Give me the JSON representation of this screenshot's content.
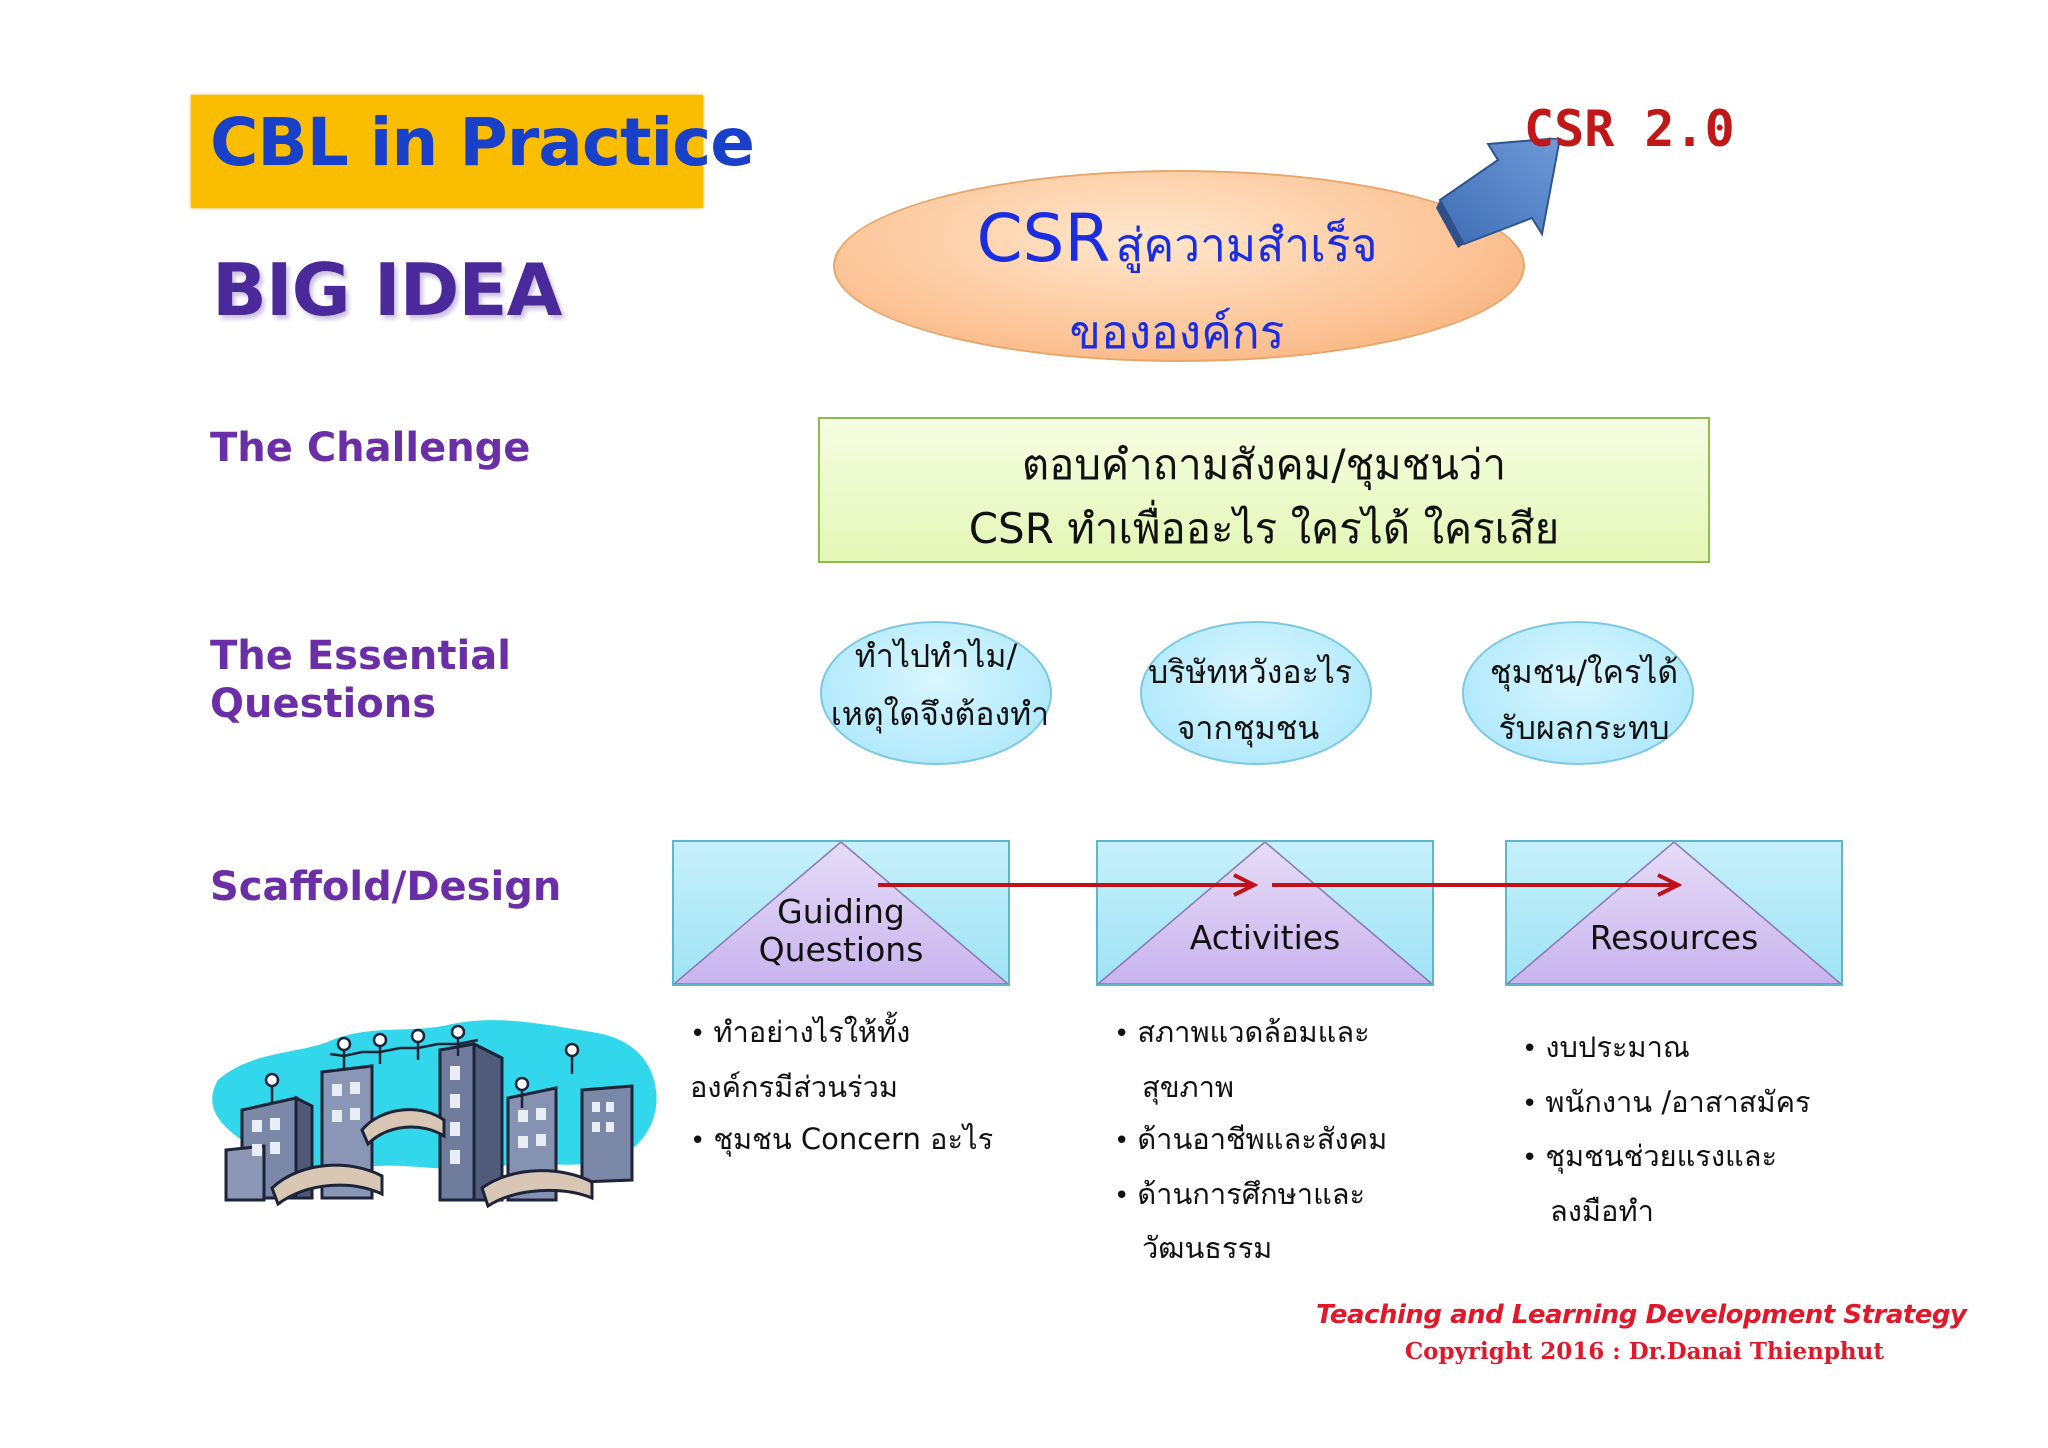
{
  "title": "CBL in Practice",
  "big_idea_label": "BIG IDEA",
  "csr_version": "CSR 2.0",
  "big_idea": {
    "csr": "CSR",
    "line1_thai": "สู่ความสำเร็จ",
    "line2": "ขององค์กร"
  },
  "rows": {
    "challenge": "The  Challenge",
    "essential_line1": "The  Essential",
    "essential_line2": "Questions",
    "scaffold": "Scaffold/Design"
  },
  "challenge": {
    "line1": "ตอบคำถามสังคม/ชุมชนว่า",
    "line2": "CSR ทำเพื่ออะไร  ใครได้ ใครเสีย"
  },
  "questions": [
    {
      "line1": "ทำไปทำไม/",
      "line2": "เหตุใดจึงต้องทำ"
    },
    {
      "line1": "บริษัทหวังอะไร",
      "line2": "จากชุมชน"
    },
    {
      "line1": "ชุมชน/ใครได้",
      "line2": "รับผลกระทบ"
    }
  ],
  "scaffold": [
    {
      "label_line1": "Guiding",
      "label_line2": "Questions"
    },
    {
      "label_line1": "Activities",
      "label_line2": ""
    },
    {
      "label_line1": "Resources",
      "label_line2": ""
    }
  ],
  "lists": {
    "guiding": [
      {
        "text": "ทำอย่างไรให้ทั้ง",
        "bullet": true
      },
      {
        "text": "องค์กรมีส่วนร่วม",
        "bullet": false
      },
      {
        "text": "ชุมชน Concern อะไร",
        "bullet": true
      }
    ],
    "activities": [
      {
        "text": "สภาพแวดล้อมและ",
        "bullet": true
      },
      {
        "text": "สุขภาพ",
        "bullet": false
      },
      {
        "text": "ด้านอาชีพและสังคม",
        "bullet": true
      },
      {
        "text": "ด้านการศึกษาและ",
        "bullet": true
      },
      {
        "text": "วัฒนธรรม",
        "bullet": false
      }
    ],
    "resources": [
      {
        "text": "งบประมาณ",
        "bullet": true
      },
      {
        "text": "พนักงาน /อาสาสมัคร",
        "bullet": true
      },
      {
        "text": "ชุมชนช่วยแรงและ",
        "bullet": true
      },
      {
        "text": "ลงมือทำ",
        "bullet": false
      }
    ]
  },
  "footer": {
    "line1": "Teaching and Learning  Development Strategy",
    "line2": "Copyright  2016  : Dr.Danai  Thienphut"
  },
  "colors": {
    "title_bg": "#fbbd00",
    "title_text": "#1840c8",
    "label_purple": "#6a2ea6",
    "accent_red": "#c01818",
    "arrow_blue": "#4a7cc4",
    "thai_blue": "#1a2ee0"
  }
}
